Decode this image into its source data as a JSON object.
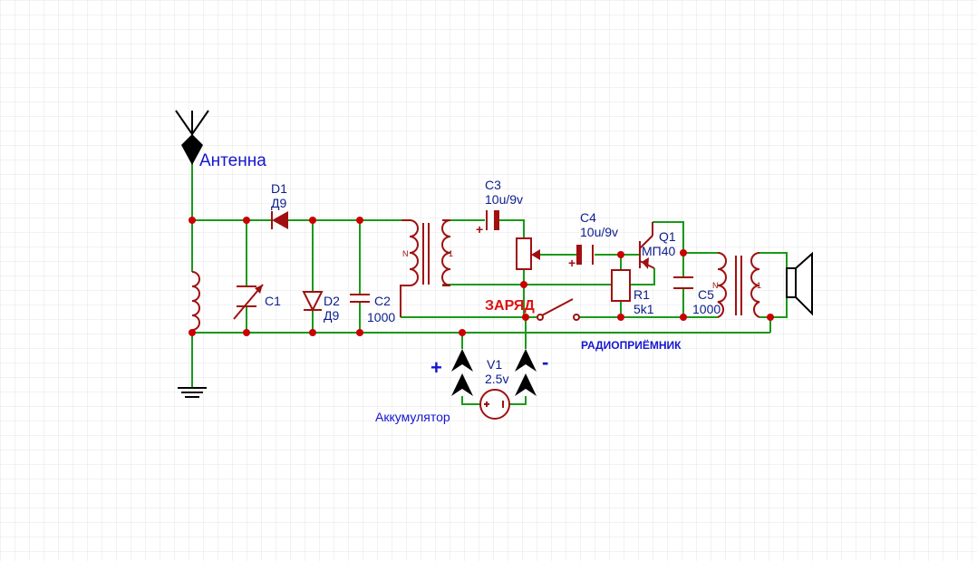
{
  "colors": {
    "wire": "#1a9a1a",
    "component": "#a01010",
    "node": "#cc0000",
    "label": "#0b1d8c",
    "caption": "#1515d0",
    "warning": "#dd1111",
    "grid": "#e6e6e6"
  },
  "labels": {
    "antenna": "Антенна",
    "d1_ref": "D1",
    "d1_val": "Д9",
    "c1_ref": "C1",
    "d2_ref": "D2",
    "d2_val": "Д9",
    "c2_ref": "C2",
    "c2_val": "1000",
    "c3_ref": "C3",
    "c3_val": "10u/9v",
    "c4_ref": "C4",
    "c4_val": "10u/9v",
    "q1_ref": "Q1",
    "q1_val": "МП40",
    "r1_ref": "R1",
    "r1_val": "5k1",
    "c5_ref": "C5",
    "c5_val": "1000",
    "t1_n": "N",
    "t1_1": "1",
    "t2_n": "N",
    "t2_1": "1",
    "charge": "ЗАРЯД",
    "title": "РАДИОПРИЁМНИК",
    "v1_ref": "V1",
    "v1_val": "2.5v",
    "plus": "+",
    "minus": "-",
    "battery": "Аккумулятор",
    "cap_plus": "+"
  },
  "icons": [
    "antenna-icon",
    "ground-icon",
    "speaker-icon",
    "battery-source-icon",
    "charge-switch-icon"
  ]
}
